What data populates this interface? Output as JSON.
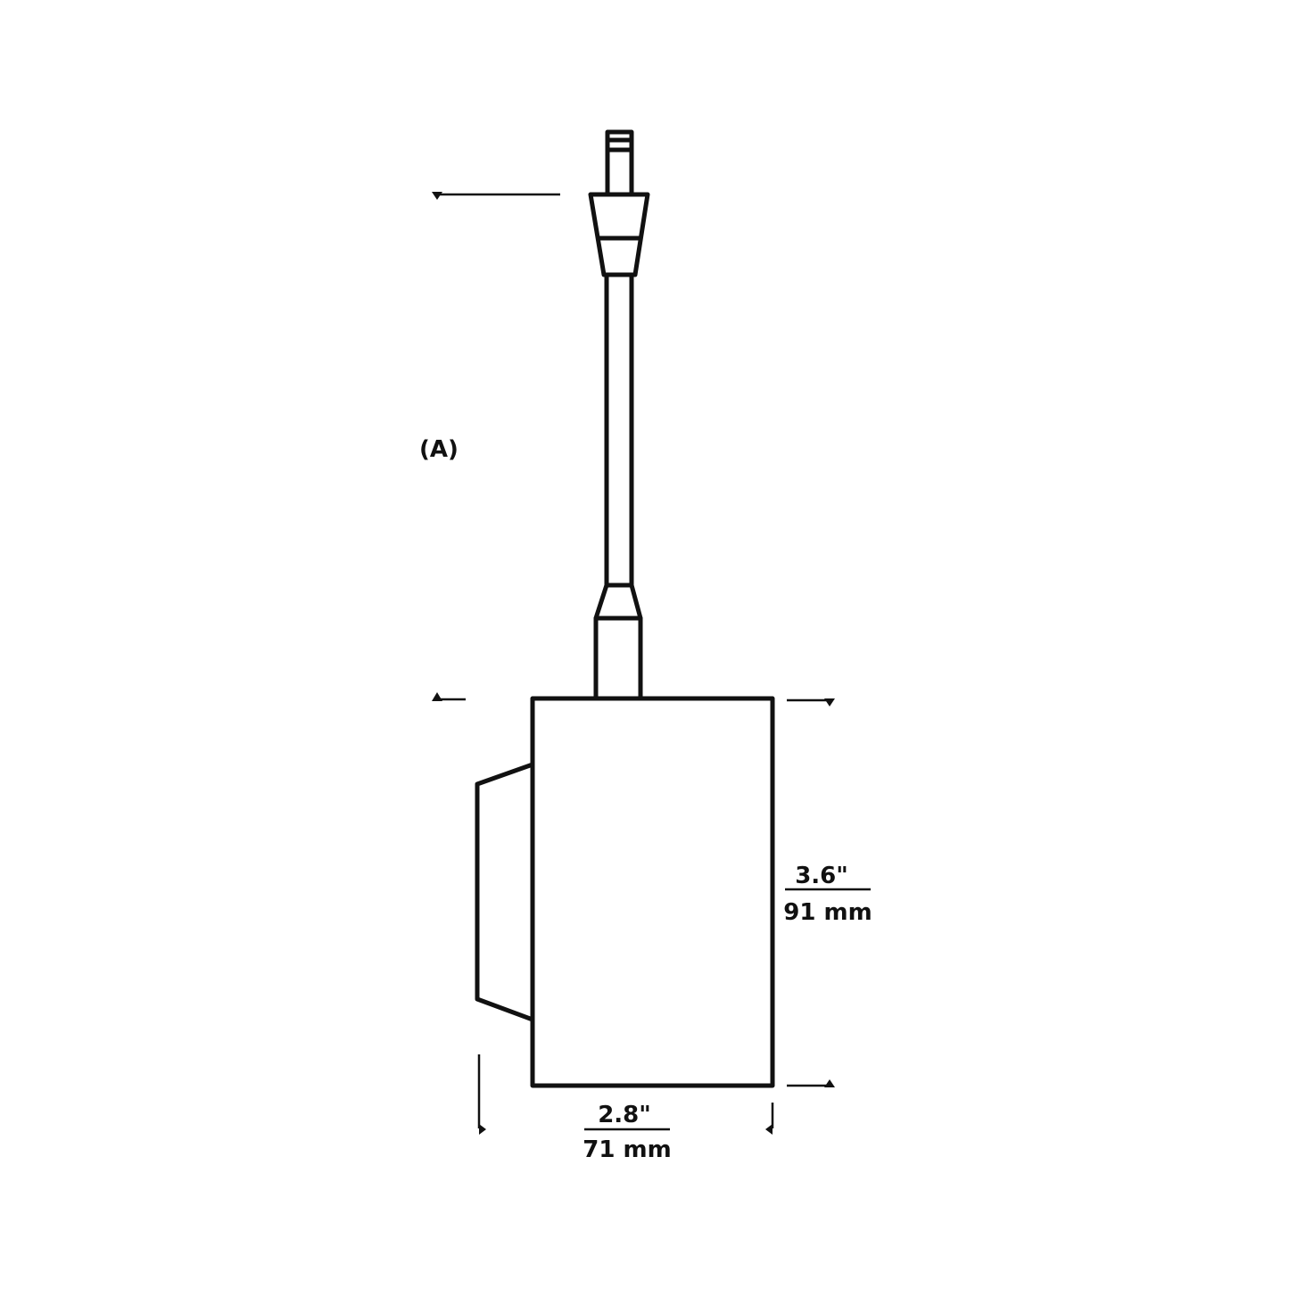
{
  "label": "(A)",
  "height_dimension": {
    "imperial": "3.6\"",
    "metric": "91 mm"
  },
  "width_dimension": {
    "imperial": "2.8\"",
    "metric": "71 mm"
  },
  "line_color": "#111111",
  "background": "#ffffff"
}
